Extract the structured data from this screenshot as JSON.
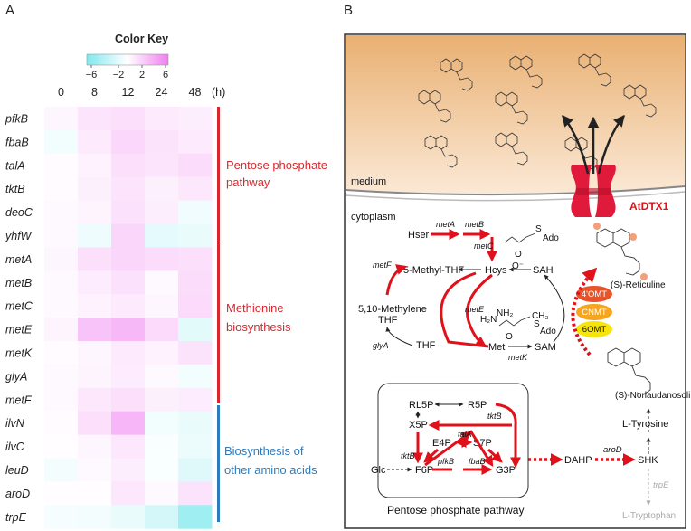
{
  "panel_a_label": "A",
  "panel_b_label": "B",
  "color_key": {
    "title": "Color Key",
    "ticks": [
      "−6",
      "−2",
      "2",
      "6"
    ],
    "low_color": "#7ee8ee",
    "mid_color": "#ffffff",
    "high_color": "#f07ef0"
  },
  "heatmap": {
    "columns": [
      "0",
      "8",
      "12",
      "24",
      "48"
    ],
    "unit": "(h)",
    "genes": [
      "pfkB",
      "fbaB",
      "talA",
      "tktB",
      "deoC",
      "yhfW",
      "metA",
      "metB",
      "metC",
      "metE",
      "metK",
      "glyA",
      "metF",
      "ilvN",
      "ilvC",
      "leuD",
      "aroD",
      "trpE"
    ],
    "values": [
      [
        0.4,
        1.2,
        1.5,
        1.0,
        0.8
      ],
      [
        -0.6,
        1.0,
        1.8,
        1.3,
        1.0
      ],
      [
        0.2,
        0.6,
        1.5,
        1.2,
        1.6
      ],
      [
        0.2,
        0.7,
        1.2,
        0.7,
        1.1
      ],
      [
        0.3,
        0.5,
        1.4,
        0.8,
        -0.7
      ],
      [
        0.3,
        -0.8,
        1.9,
        -1.2,
        -1.0
      ],
      [
        0.4,
        1.5,
        1.9,
        1.6,
        1.5
      ],
      [
        0.3,
        0.9,
        1.4,
        0.3,
        1.6
      ],
      [
        0.3,
        0.6,
        1.0,
        0.4,
        1.7
      ],
      [
        0.5,
        2.8,
        3.3,
        1.7,
        -1.3
      ],
      [
        0.2,
        0.4,
        1.0,
        0.6,
        1.3
      ],
      [
        0.3,
        0.5,
        0.9,
        0.3,
        -0.6
      ],
      [
        0.3,
        1.1,
        1.5,
        0.7,
        0.9
      ],
      [
        0.2,
        1.5,
        3.4,
        -0.6,
        -1.0
      ],
      [
        0.1,
        0.4,
        1.1,
        -0.3,
        -0.9
      ],
      [
        -0.5,
        0.3,
        0.8,
        -0.3,
        -1.5
      ],
      [
        0.1,
        0.1,
        1.1,
        0.3,
        1.3
      ],
      [
        -0.4,
        -0.5,
        -1.0,
        -2.0,
        -4.5
      ]
    ],
    "groups": [
      {
        "label_line1": "Pentose phosphate",
        "label_line2": "pathway",
        "color": "#d7282f"
      },
      {
        "label_line1": "Methionine",
        "label_line2": "biosynthesis",
        "color": "#d7282f"
      },
      {
        "label_line1": "Biosynthesis of",
        "label_line2": "other amino acids",
        "color": "#2b7bbd"
      }
    ]
  },
  "diagram": {
    "medium_label": "medium",
    "cytoplasm_label": "cytoplasm",
    "transporter": "AtDTX1",
    "met": {
      "hser": "Hser",
      "metA": "metA",
      "metB": "metB",
      "metC": "metC",
      "hcys": "Hcys",
      "sah": "SAH",
      "methylthf": "5-Methyl-THF",
      "metF": "metF",
      "methylene_l1": "5,10-Methylene",
      "methylene_l2": "THF",
      "metE": "metE",
      "thf": "THF",
      "glyA": "glyA",
      "met": "Met",
      "sam": "SAM",
      "metK": "metK",
      "ado1": "Ado",
      "ado2": "Ado",
      "s1": "S",
      "s2": "S",
      "nh2": "NH₂",
      "o1": "O",
      "ominus": "O⁻",
      "o2": "O",
      "hn": "H₂N",
      "ch3": "CH₃"
    },
    "enzymes": [
      "4'OMT",
      "CNMT",
      "6OMT"
    ],
    "enzyme_colors": [
      "#e8542a",
      "#f7a521",
      "#f5e50a"
    ],
    "reticuline": "(S)-Reticuline",
    "norlaudanosoline": "(S)-Norlaudanosoline",
    "tyrosine": "L-Tyrosine",
    "shk": "SHK",
    "dahp": "DAHP",
    "aroD": "aroD",
    "trpE": "trpE",
    "tryptophan": "L-Tryptophan",
    "ppp": {
      "title": "Pentose phosphate pathway",
      "rl5p": "RL5P",
      "r5p": "R5P",
      "x5p": "X5P",
      "e4p": "E4P",
      "s7p": "S7P",
      "f6p": "F6P",
      "g3p": "G3P",
      "glc": "Glc",
      "tktB1": "tktB",
      "tktB2": "tktB",
      "talA": "talA",
      "pfkB": "pfkB",
      "fbaB": "fbaB"
    }
  }
}
